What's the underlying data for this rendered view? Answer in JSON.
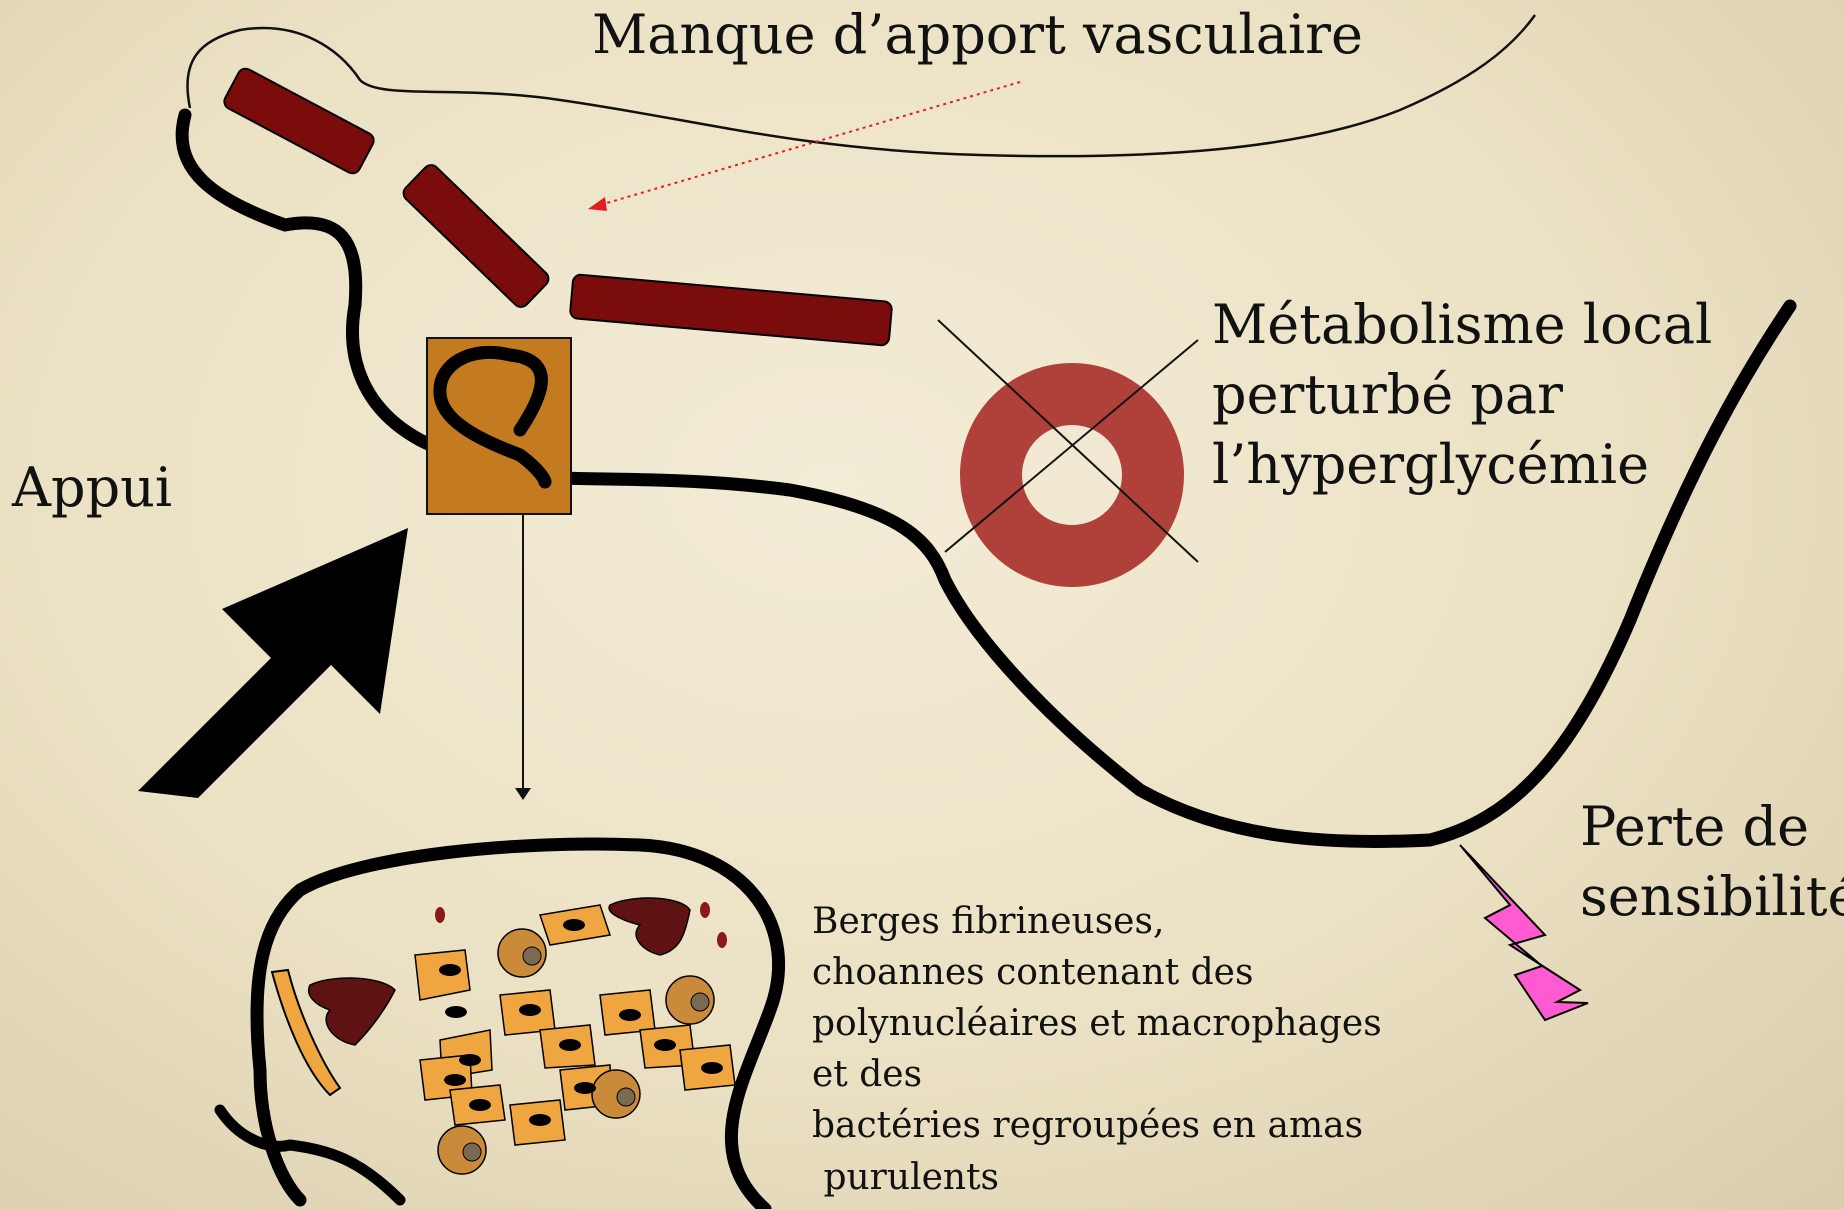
{
  "labels": {
    "title": "Manque d’apport vasculaire",
    "appui": "Appui",
    "metabolisme": [
      "Métabolisme local",
      "perturbé par",
      "l’hyperglycémie"
    ],
    "perte": [
      "Perte de",
      "sensibilité"
    ],
    "berges": [
      "Berges fibrineuses,",
      "choannes contenant des",
      "polynucléaires et macrophages",
      "et des",
      "bactéries regroupées en amas",
      " purulents"
    ]
  },
  "colors": {
    "vessel": "#7a0c0c",
    "ring": "#b0403a",
    "lesion_box": "#c47a1f",
    "cell": "#f0a640",
    "cell_dark": "#c98a3a",
    "bacteria": "#5e1212",
    "lightning": "#ff5ad0",
    "arrow_dotted": "#e02020"
  },
  "icons": {
    "pressure_arrow": "big-black-arrow-icon",
    "neuropathy": "lightning-bolt-icon",
    "metabolism": "crossed-ring-icon"
  }
}
